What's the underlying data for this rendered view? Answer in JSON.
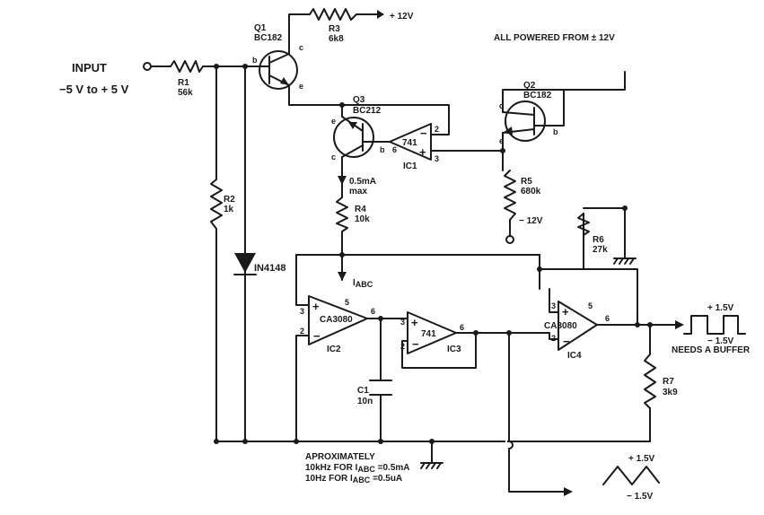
{
  "input": {
    "title": "INPUT",
    "range": "−5 V to + 5 V"
  },
  "supply": {
    "v12": "+ 12V",
    "vm12": "− 12V",
    "note": "ALL POWERED FROM ± 12V"
  },
  "components": {
    "r1": {
      "ref": "R1",
      "value": "56k"
    },
    "r2": {
      "ref": "R2",
      "value": "1k"
    },
    "r3": {
      "ref": "R3",
      "value": "6k8"
    },
    "r4": {
      "ref": "R4",
      "value": "10k"
    },
    "r5": {
      "ref": "R5",
      "value": "680k"
    },
    "r6": {
      "ref": "R6",
      "value": "27k"
    },
    "r7": {
      "ref": "R7",
      "value": "3k9"
    },
    "c1": {
      "ref": "C1",
      "value": "10n"
    },
    "d1": {
      "part": "IN4148"
    },
    "q1": {
      "ref": "Q1",
      "part": "BC182"
    },
    "q2": {
      "ref": "Q2",
      "part": "BC182"
    },
    "q3": {
      "ref": "Q3",
      "part": "BC212"
    },
    "ic1": {
      "ref": "IC1",
      "part": "741"
    },
    "ic2": {
      "ref": "IC2",
      "part": "CA3080"
    },
    "ic3": {
      "ref": "IC3",
      "part": "741"
    },
    "ic4": {
      "ref": "IC4",
      "part": "CA3080"
    }
  },
  "pins": {
    "b": "b",
    "c": "c",
    "e": "e",
    "p2": "2",
    "p3": "3",
    "p5": "5",
    "p6": "6",
    "plus": "+",
    "minus": "−"
  },
  "annotations": {
    "current_max": "0.5mA",
    "max": "max",
    "iabc": "I",
    "iabc_sub": "ABC",
    "square_hi": "+ 1.5V",
    "square_lo": "− 1.5V",
    "buffer": "NEEDS A BUFFER",
    "tri_hi": "+ 1.5V",
    "tri_lo": "− 1.5V",
    "approx": "APROXIMATELY",
    "f1_pre": "10kHz FOR I",
    "f1_post": " =0.5mA",
    "f2_pre": "10Hz FOR I",
    "f2_post": " =0.5uA"
  }
}
